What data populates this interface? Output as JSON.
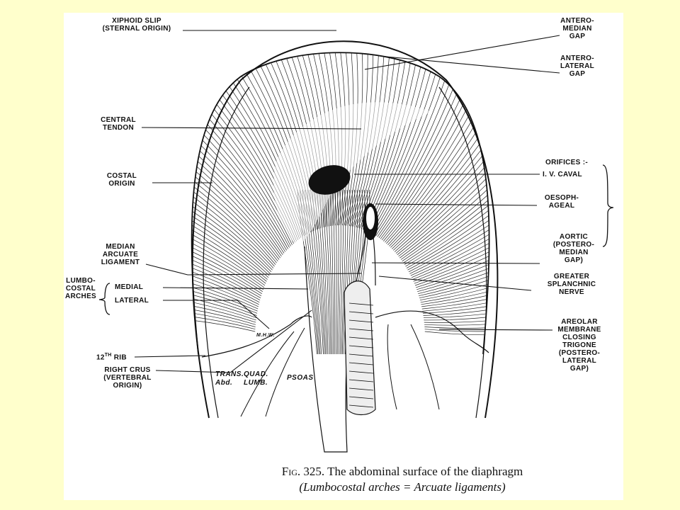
{
  "colors": {
    "background": "#ffffcc",
    "plate": "#ffffff",
    "ink": "#111111"
  },
  "labels": {
    "xiphoid": "XIPHOID SLIP\n(STERNAL ORIGIN)",
    "antero_median": "ANTERO-\nMEDIAN\nGAP",
    "antero_lateral": "ANTERO-\nLATERAL\nGAP",
    "central_tendon": "CENTRAL\nTENDON",
    "costal_origin": "COSTAL\nORIGIN",
    "orifices": "ORIFICES :-",
    "iv_caval": "I. V. CAVAL",
    "oesophageal": "OESOPH-\nAGEAL",
    "aortic": "AORTIC\n(POSTERO-\nMEDIAN\nGAP)",
    "median_arcuate": "MEDIAN\nARCUATE\nLIGAMENT",
    "lumbocostal_arches": "LUMBO-\nCOSTAL\nARCHES",
    "medial": "MEDIAL",
    "lateral": "LATERAL",
    "greater_splanchnic": "GREATER\nSPLANCHNIC\nNERVE",
    "areolar": "AREOLAR\nMEMBRANE\nCLOSING\nTRIGONE\n(POSTERO-\nLATERAL\nGAP)",
    "twelfth_rib_num": "12",
    "twelfth_rib_sup": "th",
    "twelfth_rib_word": "RIB",
    "right_crus": "RIGHT CRUS\n(VERTEBRAL\nORIGIN)",
    "trans_abd": "TRANS.\nAbd.",
    "quad_lumb": "QUAD.\nLUMB.",
    "psoas": "PSOAS",
    "signature": "M.H.W."
  },
  "caption": {
    "fig_prefix": "Fig.",
    "fig_number": "325.",
    "title": "The abdominal surface of the diaphragm",
    "subtitle": "(Lumbocostal arches = Arcuate ligaments)"
  }
}
